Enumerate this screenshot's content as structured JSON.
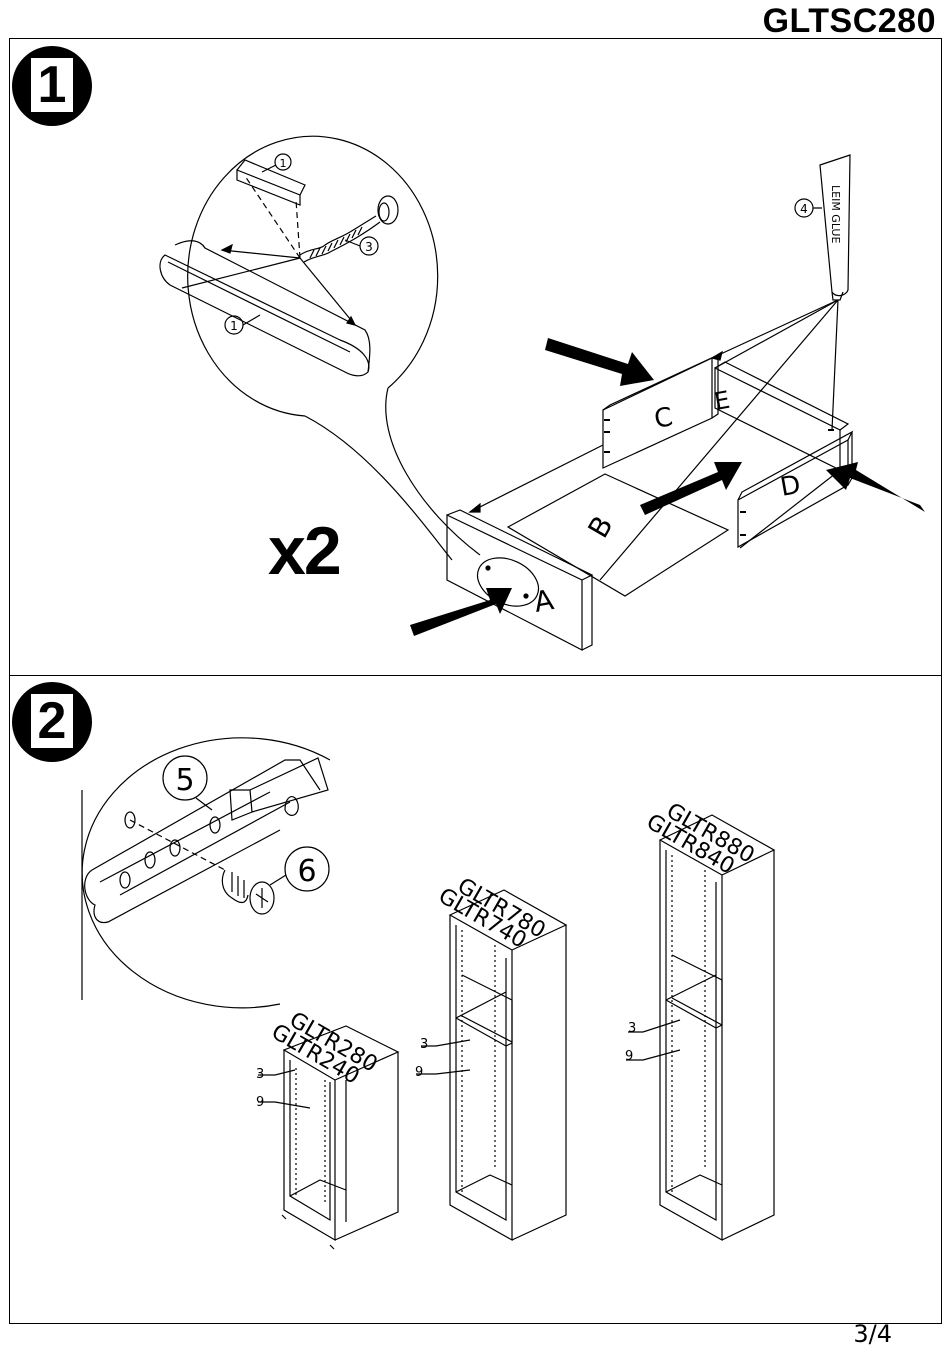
{
  "header": {
    "model": "GLTSC280"
  },
  "steps": [
    {
      "number": "1"
    },
    {
      "number": "2"
    }
  ],
  "step1": {
    "multiplier": "x2",
    "callouts": [
      "1",
      "3",
      "1",
      "4"
    ],
    "glue_label": "LEIM GLUE",
    "panels": [
      "A",
      "B",
      "C",
      "D",
      "E"
    ]
  },
  "step2": {
    "callouts": [
      "5",
      "6"
    ],
    "cabinets": [
      {
        "models": [
          "GLTR280",
          "GLTR240"
        ],
        "parts": [
          "3",
          "9"
        ]
      },
      {
        "models": [
          "GLTR780",
          "GLTR740"
        ],
        "parts": [
          "3",
          "9"
        ]
      },
      {
        "models": [
          "GLTR880",
          "GLTR840"
        ],
        "parts": [
          "3",
          "9"
        ]
      }
    ]
  },
  "footer": {
    "page": "3/4"
  }
}
